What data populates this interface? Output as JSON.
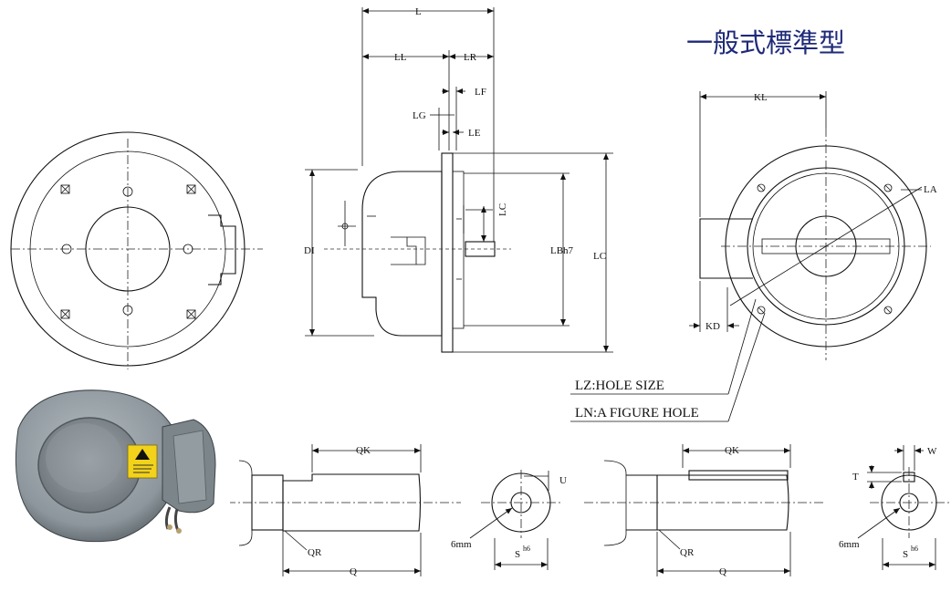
{
  "title": "一般式標準型",
  "colors": {
    "title": "#1f2a78",
    "line": "#111111",
    "housing": "#8d969c",
    "warning": "#f2d21a"
  },
  "side_view": {
    "L": "L",
    "LL": "LL",
    "LR": "LR",
    "LF": "LF",
    "LG": "LG",
    "LE": "LE",
    "LC_short": "LC",
    "DI": "DI",
    "LB": "LBh7",
    "LC": "LC"
  },
  "end_view": {
    "KL": "KL",
    "LA": "LA",
    "KD": "KD"
  },
  "hole_notes": {
    "lz": "LZ:HOLE SIZE",
    "ln": "LN:A FIGURE HOLE"
  },
  "shaft_round": {
    "QK": "QK",
    "QR": "QR",
    "Q": "Q",
    "U": "U",
    "chamfer": "6mm",
    "S": "S",
    "S_tol": "h6"
  },
  "shaft_key": {
    "QK": "QK",
    "QR": "QR",
    "Q": "Q",
    "W": "W",
    "T": "T",
    "chamfer": "6mm",
    "S": "S",
    "S_tol": "h6"
  },
  "photo": {
    "label_text": "warning-label",
    "icon": "warning-triangle-icon"
  }
}
